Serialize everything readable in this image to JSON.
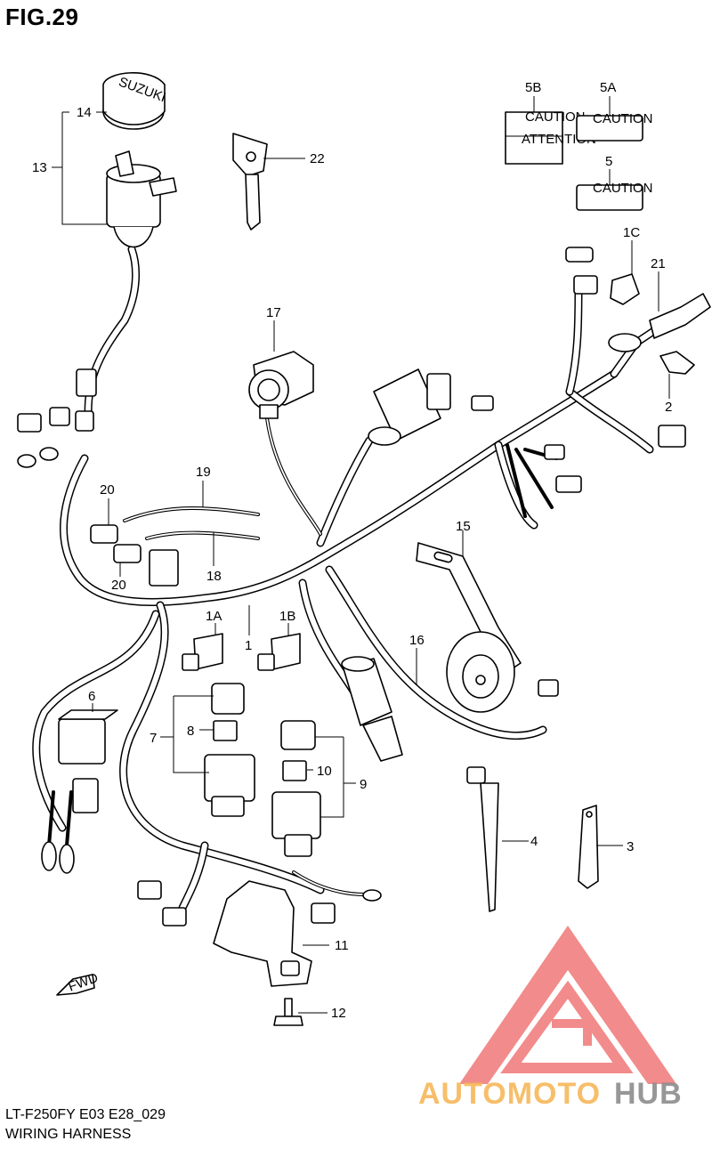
{
  "figure": {
    "title": "FIG.29"
  },
  "footer": {
    "code": "LT-F250FY E03 E28_029",
    "caption": "WIRING HARNESS"
  },
  "arrow_label": "FWD",
  "parts": [
    {
      "id": "14",
      "label": "14"
    },
    {
      "id": "13",
      "label": "13"
    },
    {
      "id": "22",
      "label": "22"
    },
    {
      "id": "5B",
      "label": "5B"
    },
    {
      "id": "5A",
      "label": "5A"
    },
    {
      "id": "5",
      "label": "5"
    },
    {
      "id": "1C",
      "label": "1C"
    },
    {
      "id": "21",
      "label": "21"
    },
    {
      "id": "17",
      "label": "17"
    },
    {
      "id": "2",
      "label": "2"
    },
    {
      "id": "19",
      "label": "19"
    },
    {
      "id": "20a",
      "label": "20"
    },
    {
      "id": "20b",
      "label": "20"
    },
    {
      "id": "18",
      "label": "18"
    },
    {
      "id": "15",
      "label": "15"
    },
    {
      "id": "1A",
      "label": "1A"
    },
    {
      "id": "1B",
      "label": "1B"
    },
    {
      "id": "1",
      "label": "1"
    },
    {
      "id": "16",
      "label": "16"
    },
    {
      "id": "6",
      "label": "6"
    },
    {
      "id": "7",
      "label": "7"
    },
    {
      "id": "8",
      "label": "8"
    },
    {
      "id": "10",
      "label": "10"
    },
    {
      "id": "9",
      "label": "9"
    },
    {
      "id": "4",
      "label": "4"
    },
    {
      "id": "3",
      "label": "3"
    },
    {
      "id": "11",
      "label": "11"
    },
    {
      "id": "12",
      "label": "12"
    }
  ],
  "labels_text": {
    "caution": "CAUTION",
    "attention": "ATTENTION",
    "brand": "SUZUKI"
  },
  "watermark": {
    "text_a": "AUTOMOTO",
    "text_b": "HUB",
    "color_a": "#f7b85a",
    "color_b": "#8c8c8c",
    "logo_color": "#ef6f6f"
  }
}
